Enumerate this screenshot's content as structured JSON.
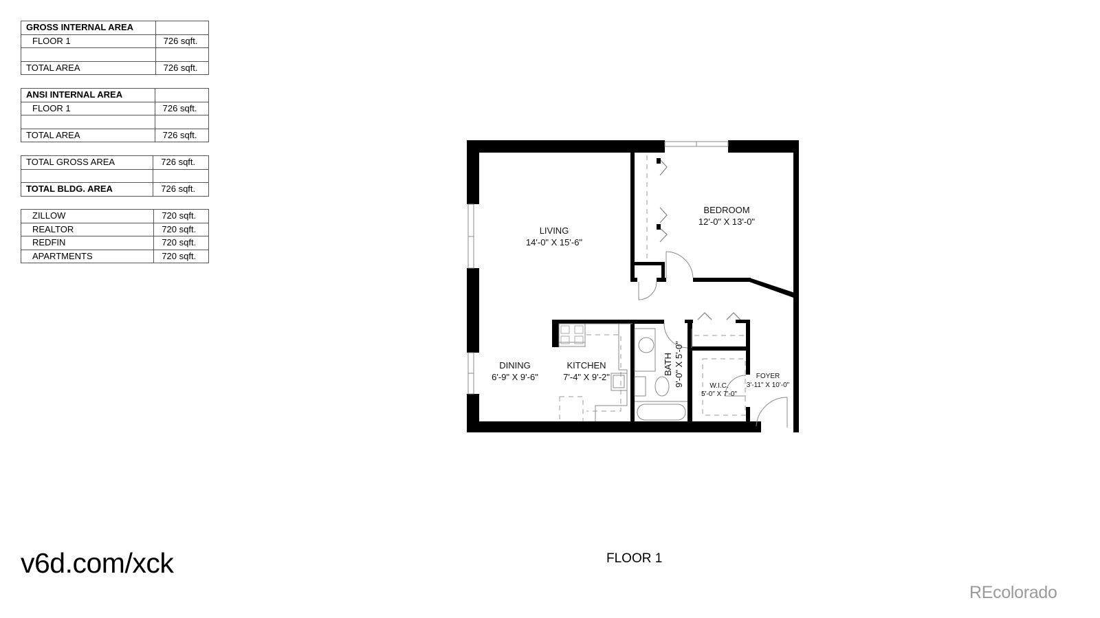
{
  "area_tables": {
    "gross_internal": {
      "header": "GROSS INTERNAL AREA",
      "rows": [
        {
          "label": "FLOOR 1",
          "value": "726 sqft."
        },
        {
          "label": "",
          "value": ""
        },
        {
          "label": "TOTAL AREA",
          "value": "726 sqft."
        }
      ]
    },
    "ansi_internal": {
      "header": "ANSI INTERNAL AREA",
      "rows": [
        {
          "label": "FLOOR 1",
          "value": "726 sqft."
        },
        {
          "label": "",
          "value": ""
        },
        {
          "label": "TOTAL AREA",
          "value": "726 sqft."
        }
      ]
    },
    "totals": {
      "rows": [
        {
          "label": "TOTAL GROSS AREA",
          "value": "726 sqft."
        },
        {
          "label": "",
          "value": ""
        },
        {
          "label": "TOTAL BLDG. AREA",
          "value": "726 sqft."
        }
      ]
    },
    "listing_sites": {
      "rows": [
        {
          "label": "ZILLOW",
          "value": "720 sqft."
        },
        {
          "label": "REALTOR",
          "value": "720 sqft."
        },
        {
          "label": "REDFIN",
          "value": "720 sqft."
        },
        {
          "label": "APARTMENTS",
          "value": "720 sqft."
        }
      ]
    }
  },
  "floor_plan": {
    "floor_label": "FLOOR 1",
    "rooms": {
      "living": {
        "name": "LIVING",
        "dims": "14'-0\" X 15'-6\""
      },
      "bedroom": {
        "name": "BEDROOM",
        "dims": "12'-0\" X 13'-0\""
      },
      "dining": {
        "name": "DINING",
        "dims": "6'-9\" X 9'-6\""
      },
      "kitchen": {
        "name": "KITCHEN",
        "dims": "7'-4\" X 9'-2\""
      },
      "bath": {
        "name": "BATH",
        "dims": "9'-0\" X 5'-0\""
      },
      "wic": {
        "name": "W.I.C.",
        "dims": "5'-0\" X 7'-0\""
      },
      "foyer": {
        "name": "FOYER",
        "dims": "3'-11\" X 10'-0\""
      }
    }
  },
  "footer": {
    "short_url": "v6d.com/xck",
    "brand": "REcolorado"
  }
}
